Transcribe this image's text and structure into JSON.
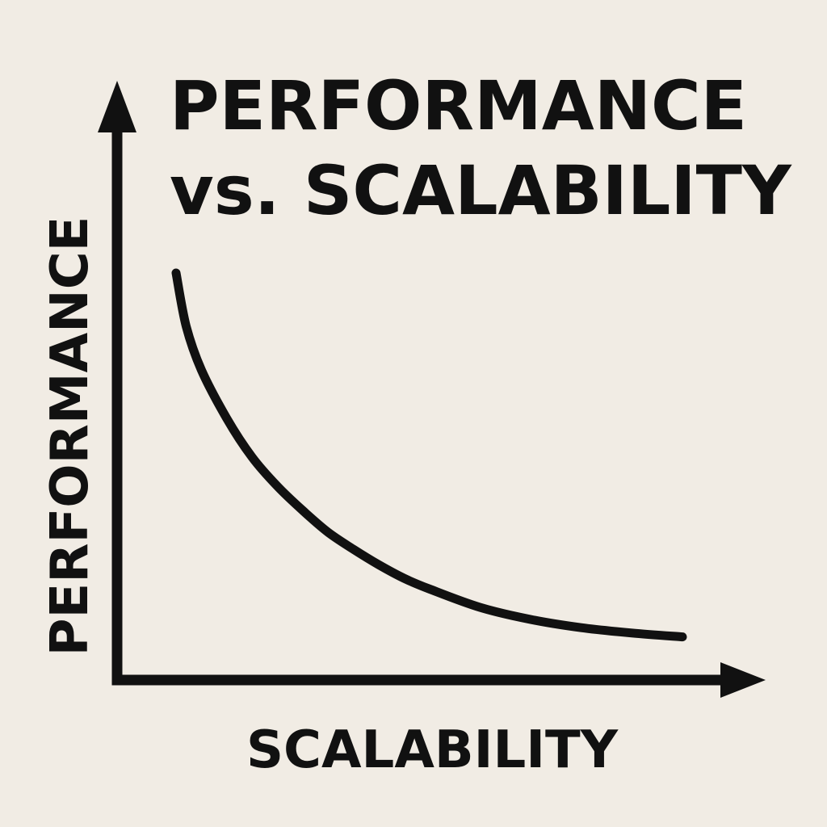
{
  "chart_data": {
    "type": "line",
    "title_lines": [
      "PERFORMANCE",
      "vs. SCALABILITY"
    ],
    "xlabel": "SCALABILITY",
    "ylabel": "PERFORMANCE",
    "xlim": [
      0,
      100
    ],
    "ylim": [
      0,
      100
    ],
    "grid": false,
    "series": [
      {
        "x": [
          0,
          2,
          5,
          10,
          15,
          20,
          25,
          30,
          35,
          40,
          45,
          50,
          60,
          70,
          80,
          90,
          100
        ],
        "y": [
          82,
          71,
          62,
          52,
          44,
          38,
          33,
          28.5,
          25,
          21.8,
          19,
          16.8,
          13,
          10.5,
          8.8,
          7.7,
          6.9
        ]
      }
    ]
  },
  "colors": {
    "background": "#f1ece4",
    "ink": "#111111"
  }
}
